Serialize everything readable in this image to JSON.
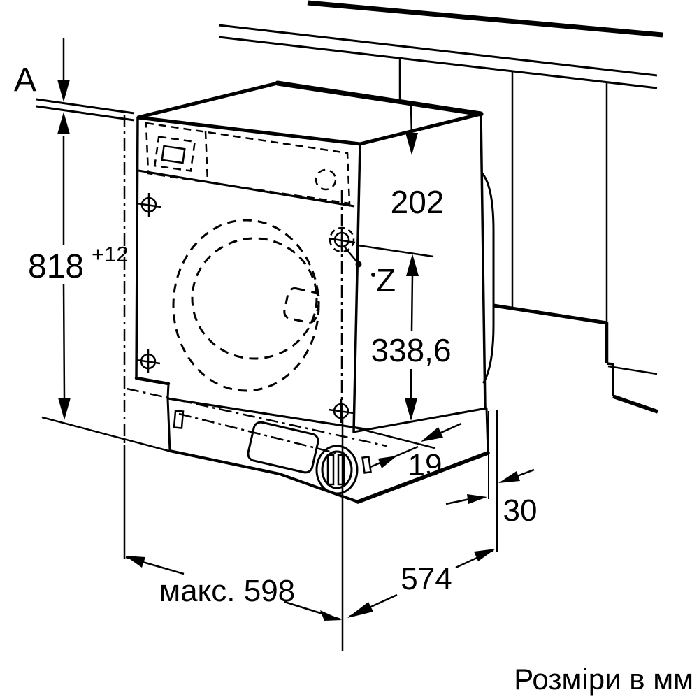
{
  "title": "Розміри в мм",
  "dimensions": {
    "worktop_label": "A",
    "niche_height": "818",
    "niche_height_tolerance": "+12",
    "top_to_hinge": "202",
    "hinge_label": "Z",
    "hinge_to_bottom": "338,6",
    "plinth_offset": "19",
    "gap_depth": "30",
    "max_width": "макс. 598",
    "depth": "574"
  },
  "colors": {
    "line": "#000000",
    "background": "#ffffff"
  }
}
